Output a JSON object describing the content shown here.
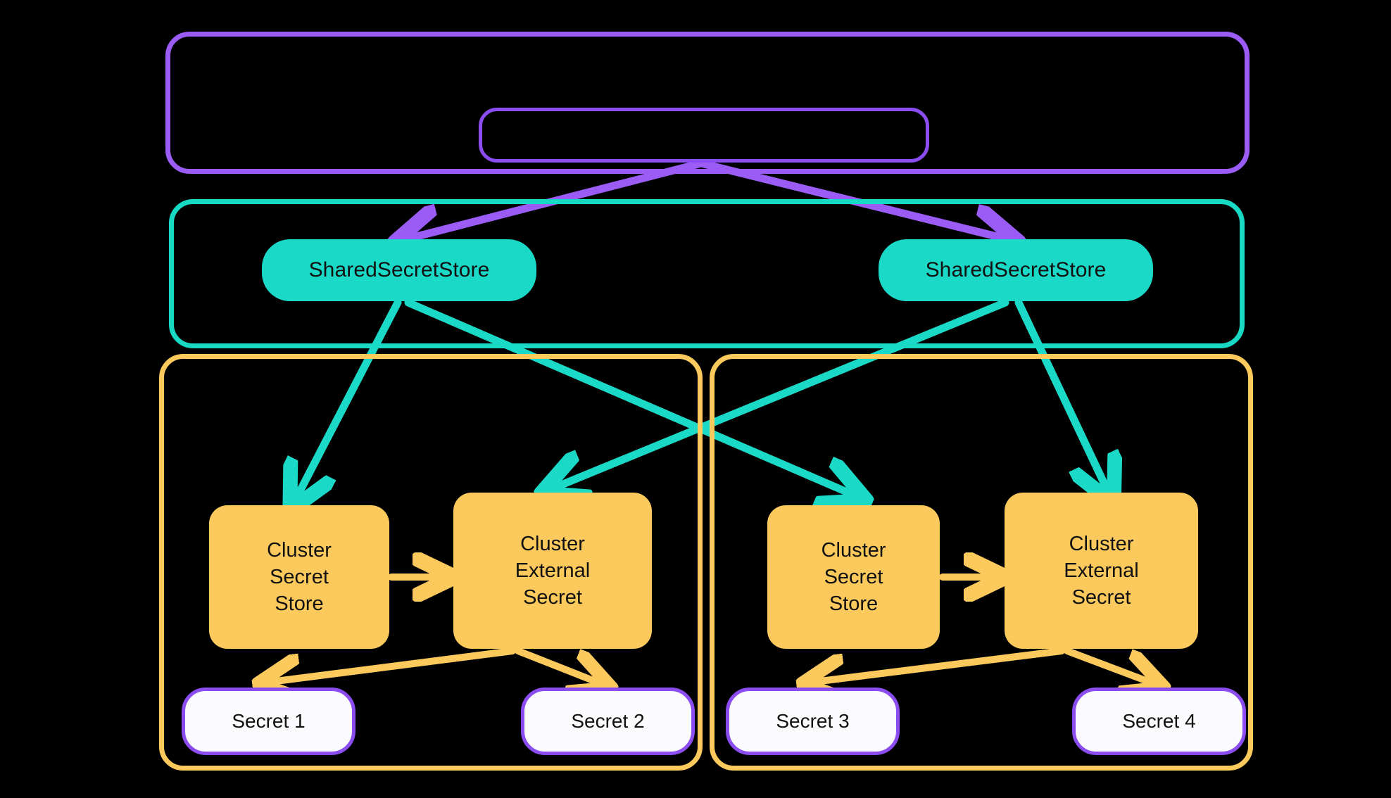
{
  "diagram": {
    "type": "architecture-diagram",
    "background_color": "#000000",
    "title_visible": false,
    "palette": {
      "purple": "#9b5cf6",
      "teal": "#1ad9c6",
      "orange": "#fbc95c",
      "white": "#fbfbfd",
      "text": "#111111"
    },
    "containers": [
      {
        "name": "outer-purple-container",
        "border_color": "#9b5cf6",
        "label": "",
        "children": [
          "inner-purple-node"
        ]
      },
      {
        "name": "inner-purple-node",
        "border_color": "#8b4cf0",
        "label": ""
      },
      {
        "name": "teal-container",
        "border_color": "#17d9c4",
        "label": ""
      },
      {
        "name": "orange-container-left",
        "border_color": "#fbc95c",
        "label": ""
      },
      {
        "name": "orange-container-right",
        "border_color": "#fbc95c",
        "label": ""
      }
    ],
    "shared_secret_stores": [
      {
        "label": "SharedSecretStore"
      },
      {
        "label": "SharedSecretStore"
      }
    ],
    "cluster_nodes": [
      {
        "name": "cluster-secret-store-left",
        "lines": [
          "Cluster",
          "Secret",
          "Store"
        ]
      },
      {
        "name": "cluster-external-secret-left",
        "lines": [
          "Cluster",
          "External",
          "Secret"
        ]
      },
      {
        "name": "cluster-secret-store-right",
        "lines": [
          "Cluster",
          "Secret",
          "Store"
        ]
      },
      {
        "name": "cluster-external-secret-right",
        "lines": [
          "Cluster",
          "External",
          "Secret"
        ]
      }
    ],
    "secrets": [
      {
        "label": "Secret 1"
      },
      {
        "label": "Secret 2"
      },
      {
        "label": "Secret 3"
      },
      {
        "label": "Secret 4"
      }
    ],
    "edges": [
      {
        "from": "inner-purple-node",
        "to": "shared-secret-store-left",
        "color": "#9b5cf6"
      },
      {
        "from": "inner-purple-node",
        "to": "shared-secret-store-right",
        "color": "#9b5cf6"
      },
      {
        "from": "shared-secret-store-left",
        "to": "cluster-secret-store-left",
        "color": "#1ad9c6"
      },
      {
        "from": "shared-secret-store-left",
        "to": "cluster-secret-store-right",
        "color": "#1ad9c6"
      },
      {
        "from": "shared-secret-store-right",
        "to": "cluster-external-secret-left",
        "color": "#1ad9c6"
      },
      {
        "from": "shared-secret-store-right",
        "to": "cluster-external-secret-right",
        "color": "#1ad9c6"
      },
      {
        "from": "cluster-secret-store-left",
        "to": "cluster-external-secret-left",
        "color": "#fbc95c"
      },
      {
        "from": "cluster-secret-store-right",
        "to": "cluster-external-secret-right",
        "color": "#fbc95c"
      },
      {
        "from": "cluster-external-secret-left",
        "to": "secret-1",
        "color": "#fbc95c"
      },
      {
        "from": "cluster-external-secret-left",
        "to": "secret-2",
        "color": "#fbc95c"
      },
      {
        "from": "cluster-external-secret-right",
        "to": "secret-3",
        "color": "#fbc95c"
      },
      {
        "from": "cluster-external-secret-right",
        "to": "secret-4",
        "color": "#fbc95c"
      }
    ]
  }
}
